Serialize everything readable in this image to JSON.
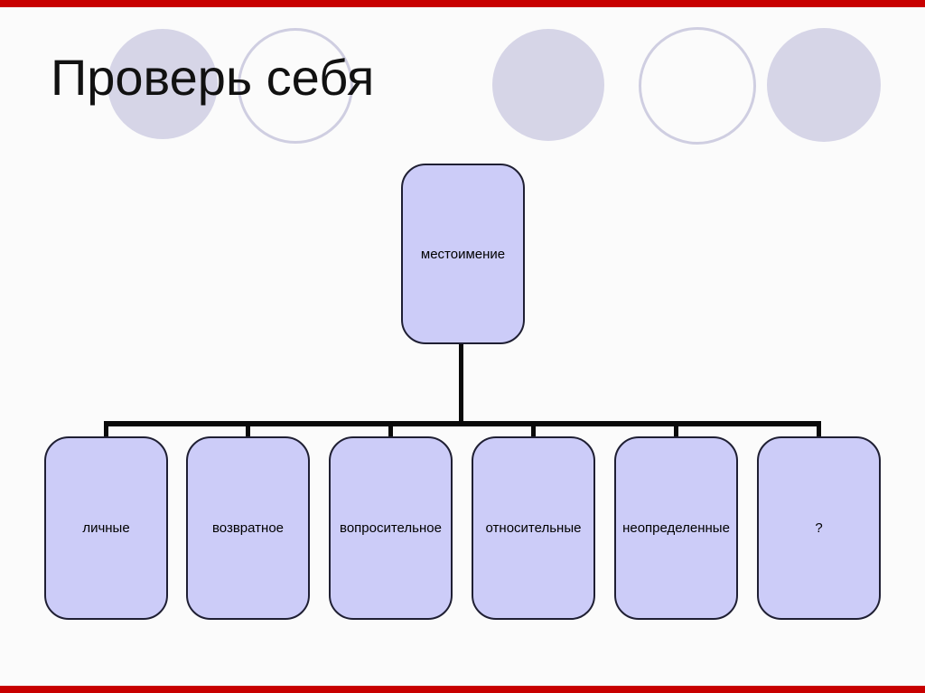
{
  "slide": {
    "title": "Проверь себя",
    "colors": {
      "background": "#fbfbfb",
      "accent": "#c80000",
      "shape_fill": "#ccccf8",
      "shape_border": "#1f1f33",
      "circle_fill": "#d6d5e7",
      "circle_stroke": "#cfcee1",
      "connector": "#0a0a0a",
      "title": "#111111"
    }
  },
  "diagram": {
    "type": "org-chart",
    "root": {
      "label": "местоимение"
    },
    "children": [
      {
        "label": "личные"
      },
      {
        "label": "возвратное"
      },
      {
        "label": "вопросительное"
      },
      {
        "label": "относительные"
      },
      {
        "label": "неопределенные"
      },
      {
        "label": "?"
      }
    ]
  }
}
